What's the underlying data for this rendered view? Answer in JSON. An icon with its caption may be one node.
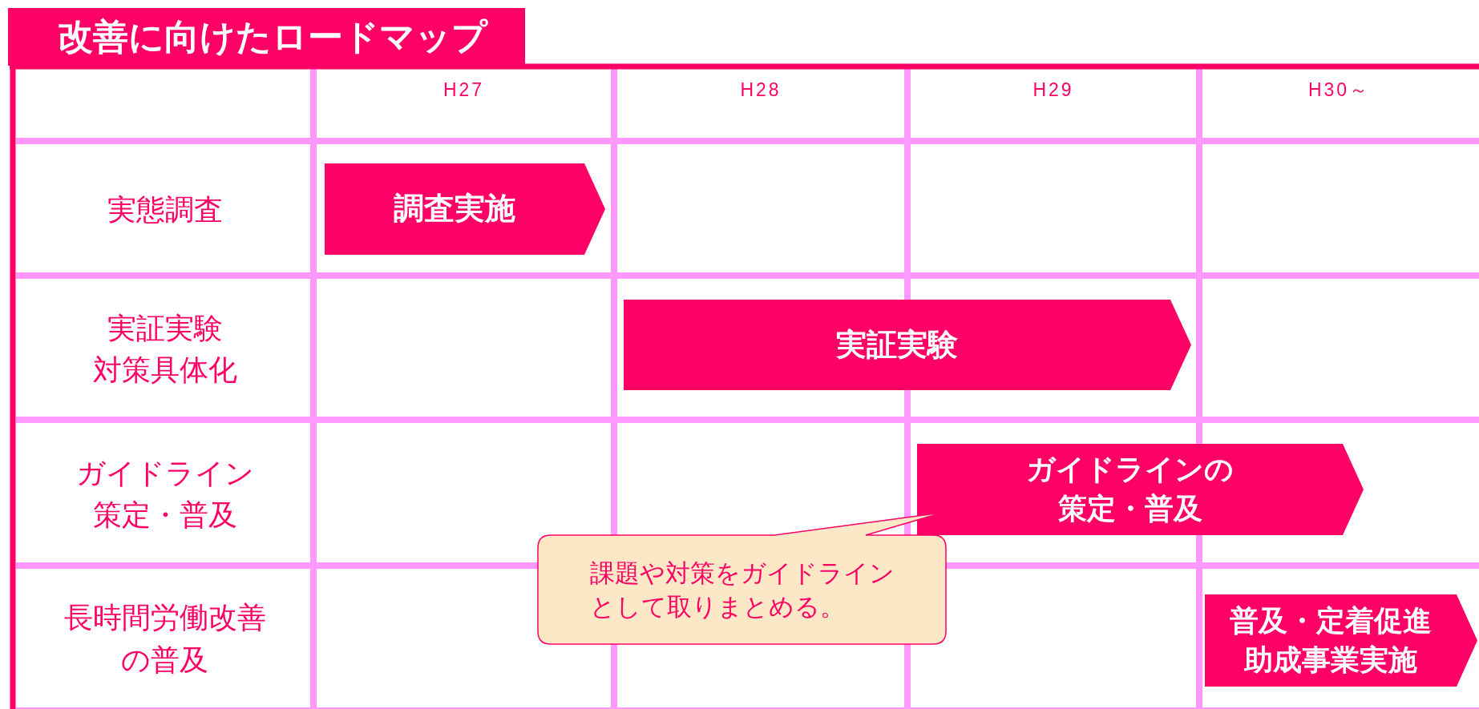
{
  "diagram": {
    "title": "改善に向けたロードマップ",
    "nodes": [
      {
        "text": [
          "調査実施"
        ]
      },
      {
        "text": [
          "実証実験"
        ]
      },
      {
        "text": [
          "ガイドラインの策定・普及"
        ]
      },
      {
        "text": [
          "普及・定着促進助成事業実施"
        ]
      },
      {
        "text": [
          "課題や対策をガイドラインとして取りまとめる。"
        ]
      }
    ],
    "labels": [
      "H27",
      "H28",
      "H29",
      "H30～",
      "実態調査",
      "実証実験対策具体化",
      "ガイドライン策定・普及",
      "長時間労働改善の普及"
    ]
  }
}
